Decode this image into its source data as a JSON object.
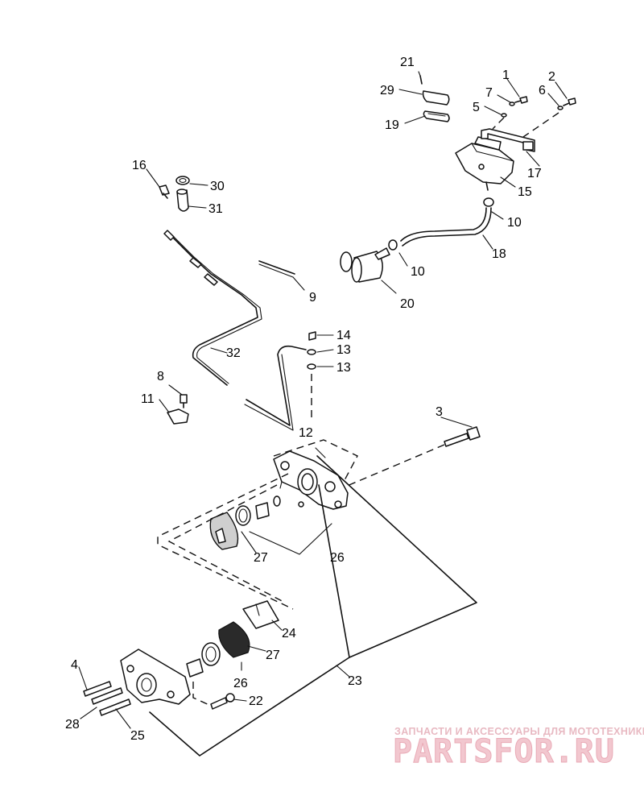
{
  "callouts": {
    "c21": "21",
    "c29": "29",
    "c19": "19",
    "c1": "1",
    "c7": "7",
    "c5": "5",
    "c2": "2",
    "c6": "6",
    "c17": "17",
    "c15": "15",
    "c16": "16",
    "c30": "30",
    "c31": "31",
    "c10a": "10",
    "c10b": "10",
    "c18": "18",
    "c20": "20",
    "c9": "9",
    "c14": "14",
    "c13a": "13",
    "c13b": "13",
    "c32": "32",
    "c8": "8",
    "c11": "11",
    "c3": "3",
    "c12": "12",
    "c27a": "27",
    "c26a": "26",
    "c24": "24",
    "c27b": "27",
    "c4": "4",
    "c26b": "26",
    "c22": "22",
    "c28": "28",
    "c25": "25",
    "c23": "23"
  },
  "watermark": {
    "tagline": "ЗАПЧАСТИ И АКСЕССУАРЫ ДЛЯ МОТОТЕХНИКИ",
    "brand": "PARTSFOR.RU"
  },
  "colors": {
    "line": "#111111",
    "watermark": "#f2c7cf",
    "background": "#ffffff"
  }
}
